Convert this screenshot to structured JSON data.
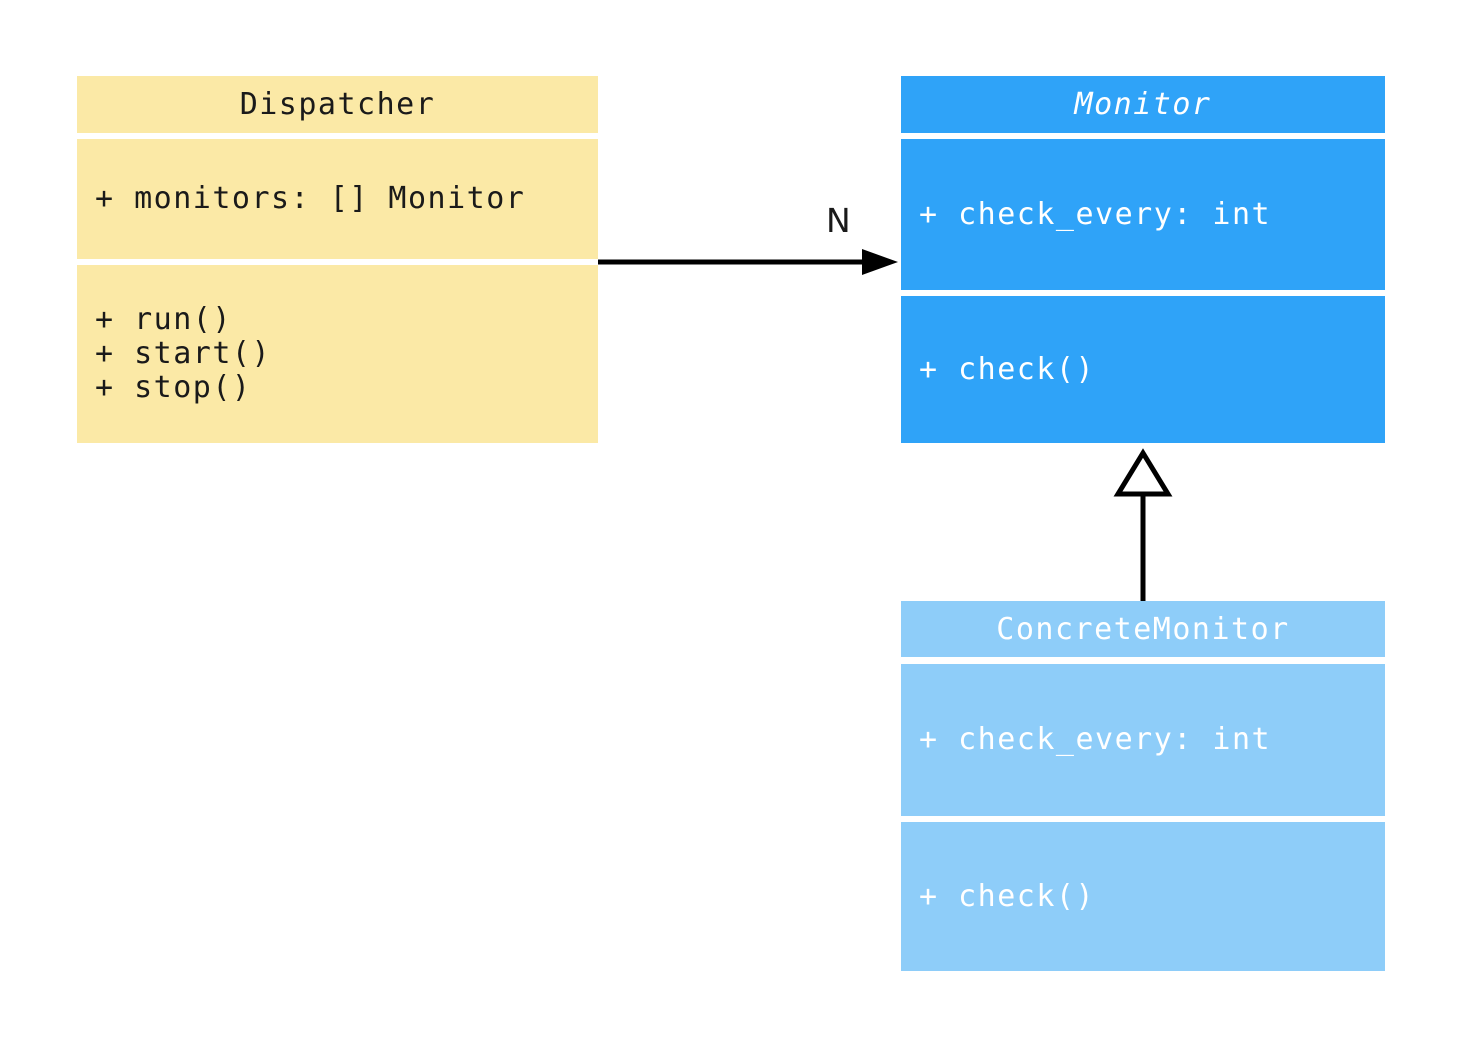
{
  "diagram": {
    "type": "uml-class-diagram",
    "colors": {
      "dispatcher_fill": "#FBE9A6",
      "monitor_fill": "#2FA3F8",
      "concrete_monitor_fill": "#8ECDF9",
      "connector": "#000000",
      "dispatcher_text": "#1a1a1a",
      "blue_box_text": "#ffffff"
    },
    "classes": {
      "dispatcher": {
        "title": "Dispatcher",
        "attributes": [
          "+ monitors: [] Monitor"
        ],
        "methods": [
          "+ run()",
          "+ start()",
          "+ stop()"
        ]
      },
      "monitor": {
        "title": "Monitor",
        "stereotype": "abstract (italic title)",
        "attributes": [
          "+ check_every: int"
        ],
        "methods": [
          "+ check()"
        ]
      },
      "concrete_monitor": {
        "title": "ConcreteMonitor",
        "attributes": [
          "+ check_every: int"
        ],
        "methods": [
          "+ check()"
        ]
      }
    },
    "relations": {
      "association": {
        "from": "Dispatcher",
        "to": "Monitor",
        "label": "N",
        "style": "solid line, filled arrowhead"
      },
      "inheritance": {
        "from": "ConcreteMonitor",
        "to": "Monitor",
        "style": "solid line, hollow triangle"
      }
    }
  }
}
